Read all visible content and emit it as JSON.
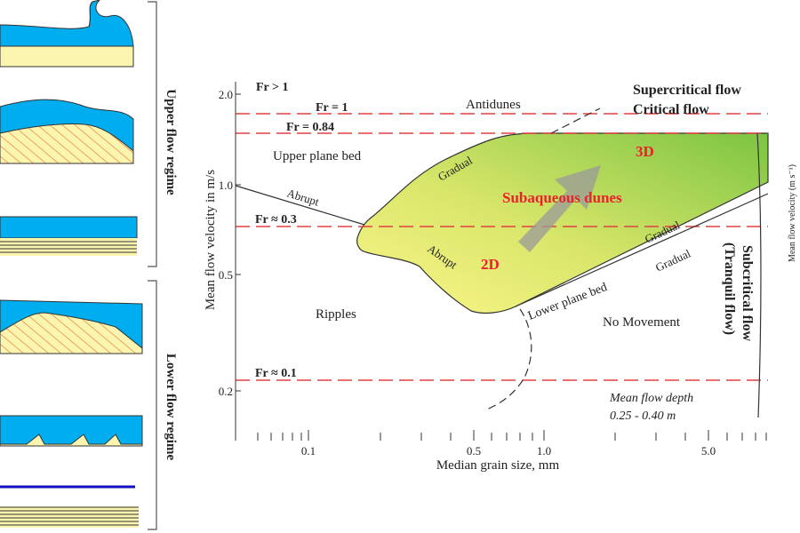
{
  "left_panel": {
    "upper_regime_label": "Upper flow regime",
    "lower_regime_label": "Lower flow regime"
  },
  "axes": {
    "xlabel": "Median grain size, mm",
    "ylabel": "Mean flow velocity in m/s",
    "x_ticks": [
      "0.1",
      "0.5",
      "1.0",
      "5.0"
    ],
    "y_ticks": [
      "2.0",
      "1.0",
      "0.5",
      "0.2"
    ]
  },
  "froude_lines": [
    "Fr > 1",
    "Fr = 1",
    "Fr = 0.84",
    "Fr ≈ 0.3",
    "Fr ≈ 0.1"
  ],
  "regions": {
    "supercritical": "Supercritical flow",
    "critical": "Critical flow",
    "subcritical": "Subcritical flow",
    "tranquil": "(Tranquil flow)",
    "antidunes": "Antidunes",
    "upper_plane_bed": "Upper plane bed",
    "ripples": "Ripples",
    "lower_plane_bed": "Lower plane bed",
    "no_movement": "No Movement",
    "subaqueous_dunes": "Subaqueous dunes",
    "dunes_3d": "3D",
    "dunes_2d": "2D"
  },
  "boundary_labels": {
    "abrupt_1": "Abrupt",
    "abrupt_2": "Abrupt",
    "gradual_1": "Gradual",
    "gradual_2": "Gradual",
    "gradual_3": "Gradual"
  },
  "depth_note": {
    "line1": "Mean flow depth",
    "line2": "0.25 - 0.40 m"
  },
  "right_cut_label": "Mean flow velocity (m s⁻¹)",
  "colors": {
    "water": "#00aeef",
    "sand": "#fbf5b0",
    "hatch": "#e8702a",
    "froude_dash": "#e04040",
    "dune_dark": "#7cc442",
    "dune_light": "#fdf68a",
    "label_red": "#e8232a",
    "arrow": "#999999"
  }
}
